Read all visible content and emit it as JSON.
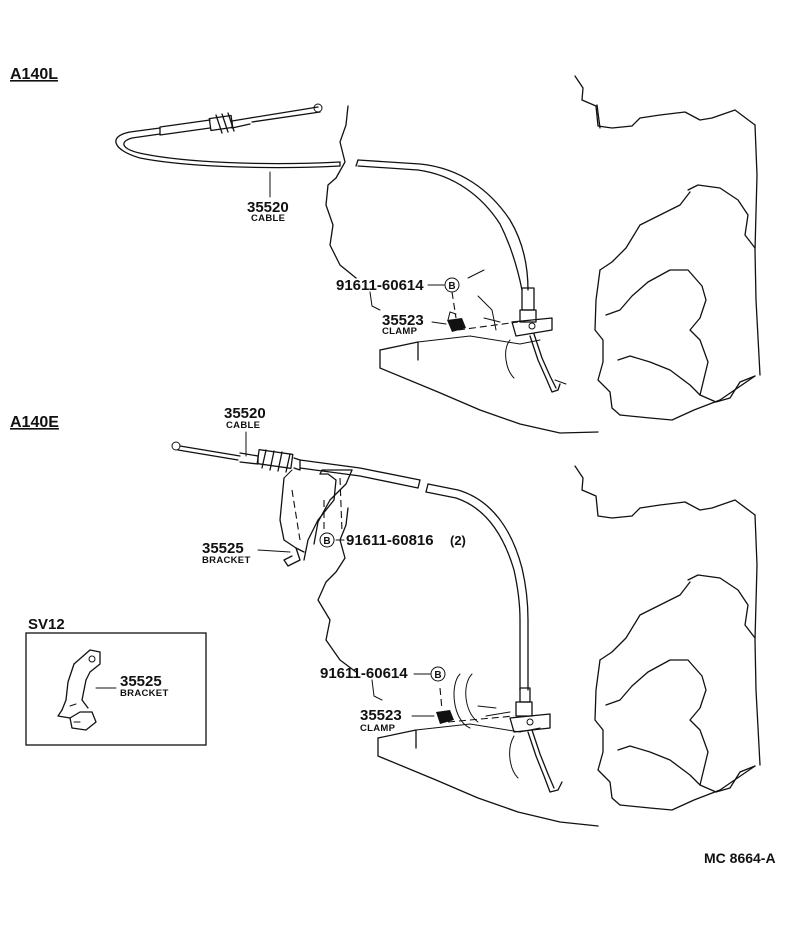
{
  "sections": {
    "a140l": "A140L",
    "a140e": "A140E",
    "sv12": "SV12"
  },
  "a140l": {
    "cable_part": "35520",
    "cable_name": "CABLE",
    "bolt_part": "91611-60614",
    "bolt_symbol": "B",
    "clamp_part": "35523",
    "clamp_name": "CLAMP"
  },
  "a140e": {
    "cable_part": "35520",
    "cable_name": "CABLE",
    "bracket_part": "35525",
    "bracket_name": "BRACKET",
    "bolt2_part": "91611-60816",
    "bolt2_qty": "(2)",
    "bolt2_symbol": "B",
    "bolt_part": "91611-60614",
    "bolt_symbol": "B",
    "clamp_part": "35523",
    "clamp_name": "CLAMP"
  },
  "sv12": {
    "bracket_part": "35525",
    "bracket_name": "BRACKET"
  },
  "figure_code": "MC 8664-A"
}
